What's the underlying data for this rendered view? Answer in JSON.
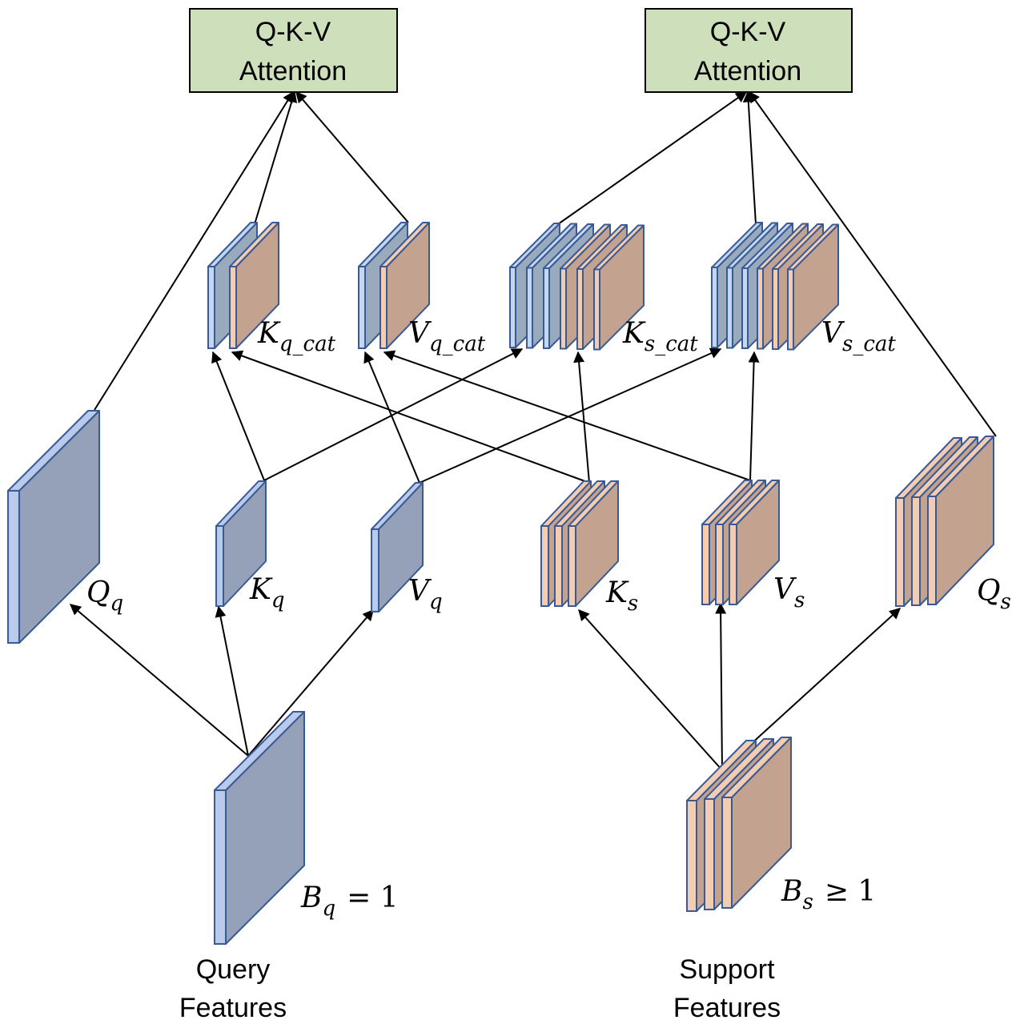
{
  "colors": {
    "box_fill": "#cddfbb",
    "box_stroke": "#000000",
    "query_face": "#94a1b8",
    "query_edge": "#b9cbeb",
    "query_kv_face": "#9aaabd",
    "query_kv_edge": "#c3d8f0",
    "support_face": "#c3a38f",
    "support_edge": "#f2cdb1",
    "outline": "#3a5a95",
    "arrow": "#000000"
  },
  "attention_boxes": [
    {
      "id": "attn-query",
      "line1": "Q-K-V",
      "line2": "Attention"
    },
    {
      "id": "attn-support",
      "line1": "Q-K-V",
      "line2": "Attention"
    }
  ],
  "tensors": {
    "query_features": {
      "label_main": "B",
      "label_sub": "q",
      "label_rel": "= 1",
      "caption_line1": "Query",
      "caption_line2": "Features",
      "type": "query",
      "count": 1
    },
    "support_features": {
      "label_main": "B",
      "label_sub": "s",
      "label_rel": "≥ 1",
      "caption_line1": "Support",
      "caption_line2": "Features",
      "type": "support",
      "count": 3
    },
    "Qq": {
      "label_main": "Q",
      "label_sub": "q",
      "type": "query",
      "count": 1
    },
    "Kq": {
      "label_main": "K",
      "label_sub": "q",
      "type": "query",
      "count": 1
    },
    "Vq": {
      "label_main": "V",
      "label_sub": "q",
      "type": "query",
      "count": 1
    },
    "Ks": {
      "label_main": "K",
      "label_sub": "s",
      "type": "support",
      "count": 3
    },
    "Vs": {
      "label_main": "V",
      "label_sub": "s",
      "type": "support",
      "count": 3
    },
    "Qs": {
      "label_main": "Q",
      "label_sub": "s",
      "type": "support",
      "count": 3
    },
    "Kq_cat": {
      "label_main": "K",
      "label_sub": "q_cat",
      "composition": [
        "query",
        "support"
      ]
    },
    "Vq_cat": {
      "label_main": "V",
      "label_sub": "q_cat",
      "composition": [
        "query",
        "support"
      ]
    },
    "Ks_cat": {
      "label_main": "K",
      "label_sub": "s_cat",
      "composition": [
        "query",
        "query",
        "query",
        "support",
        "support",
        "support"
      ]
    },
    "Vs_cat": {
      "label_main": "V",
      "label_sub": "s_cat",
      "composition": [
        "query",
        "query",
        "query",
        "support",
        "support",
        "support"
      ]
    }
  },
  "connections": [
    {
      "from": "query_features",
      "to": "Qq"
    },
    {
      "from": "query_features",
      "to": "Kq"
    },
    {
      "from": "query_features",
      "to": "Vq"
    },
    {
      "from": "support_features",
      "to": "Ks"
    },
    {
      "from": "support_features",
      "to": "Vs"
    },
    {
      "from": "support_features",
      "to": "Qs"
    },
    {
      "from": "Kq",
      "to": "Kq_cat"
    },
    {
      "from": "Kq",
      "to": "Ks_cat"
    },
    {
      "from": "Vq",
      "to": "Vq_cat"
    },
    {
      "from": "Vq",
      "to": "Vs_cat"
    },
    {
      "from": "Ks",
      "to": "Kq_cat"
    },
    {
      "from": "Ks",
      "to": "Ks_cat"
    },
    {
      "from": "Vs",
      "to": "Vq_cat"
    },
    {
      "from": "Vs",
      "to": "Vs_cat"
    },
    {
      "from": "Qq",
      "to": "attn-query"
    },
    {
      "from": "Kq_cat",
      "to": "attn-query"
    },
    {
      "from": "Vq_cat",
      "to": "attn-query"
    },
    {
      "from": "Ks_cat",
      "to": "attn-support"
    },
    {
      "from": "Vs_cat",
      "to": "attn-support"
    },
    {
      "from": "Qs",
      "to": "attn-support"
    }
  ]
}
